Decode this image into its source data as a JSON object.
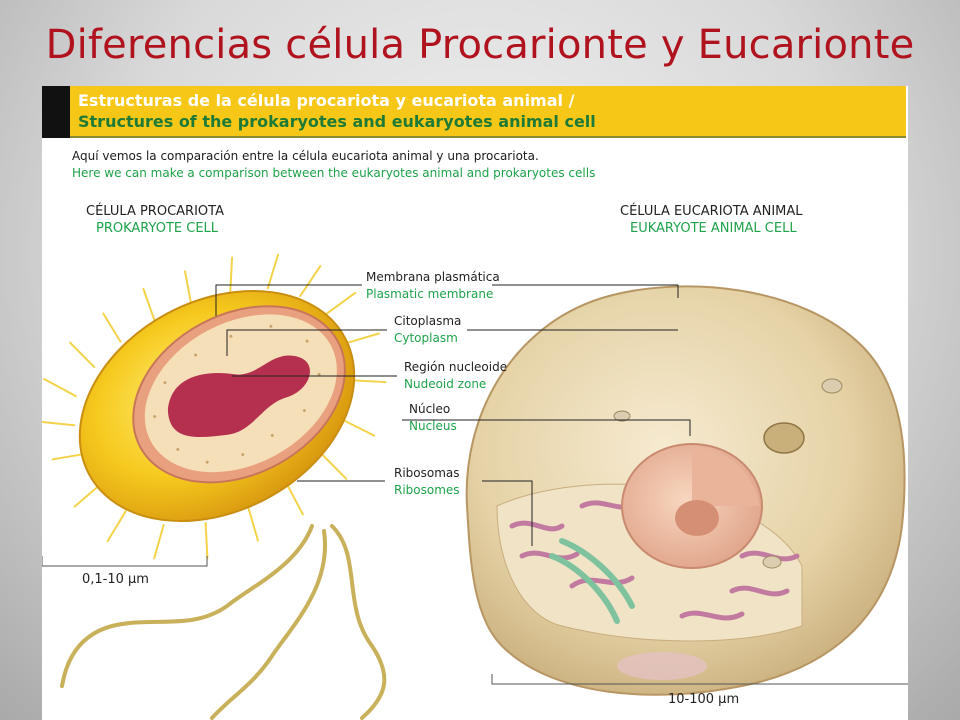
{
  "slide": {
    "title": "Diferencias célula Procarionte y Eucarionte"
  },
  "banner": {
    "line1": "Estructuras de la célula procariota y eucariota animal /",
    "line2": "Structures of the prokaryotes and eukaryotes animal cell"
  },
  "intro": {
    "es": "Aquí vemos la comparación entre la célula eucariota animal y una procariota.",
    "en": "Here we can make a comparison between the eukaryotes animal and prokaryotes cells"
  },
  "prokaryote": {
    "title_es": "CÉLULA PROCARIOTA",
    "title_en": "PROKARYOTE CELL",
    "scale": "0,1-10 µm"
  },
  "eukaryote": {
    "title_es": "CÉLULA EUCARIOTA ANIMAL",
    "title_en": "EUKARYOTE ANIMAL CELL",
    "scale": "10-100 µm"
  },
  "labels": [
    {
      "es": "Membrana plasmática",
      "en": "Plasmatic membrane"
    },
    {
      "es": "Citoplasma",
      "en": "Cytoplasm"
    },
    {
      "es": "Región nucleoide",
      "en": "Nudeoid zone"
    },
    {
      "es": "Núcleo",
      "en": "Nucleus"
    },
    {
      "es": "Ribosomas",
      "en": "Ribosomes"
    }
  ],
  "colors": {
    "title": "#b0131e",
    "banner": "#f7c718",
    "green_text": "#1ea24a",
    "prokaryote_wall": "#f2c21a",
    "nucleoid": "#b5304f",
    "eukaryote_body": "#e8d8b0"
  }
}
